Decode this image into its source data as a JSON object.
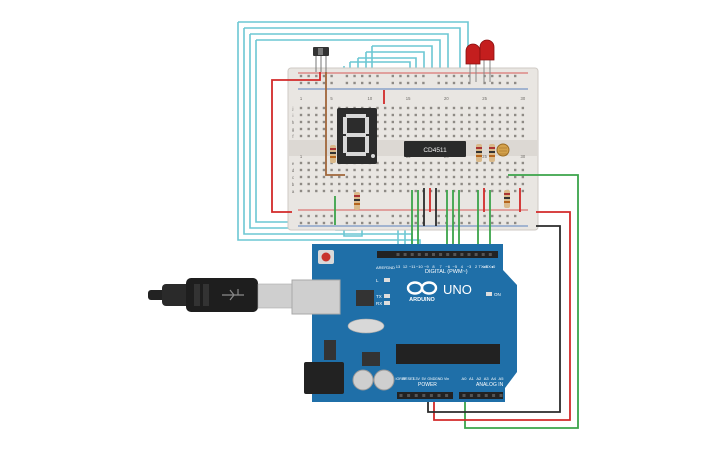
{
  "chip": {
    "label": "CD4511"
  },
  "arduino": {
    "uno_label": "UNO",
    "brand_label": "ARDUINO",
    "digital_label": "DIGITAL (PWM~)",
    "analog_label": "ANALOG IN",
    "power_label": "POWER",
    "on_label": "ON",
    "l_label": "L",
    "tx_label": "TX",
    "rx_label": "RX",
    "aref_label": "AREF",
    "gnd_label": "GND",
    "digital_pins": [
      "13",
      "12",
      "~11",
      "~10",
      "~9",
      "8",
      "7",
      "~6",
      "~5",
      "4",
      "~3",
      "2",
      "TX▸1",
      "RX◂0"
    ],
    "power_pins": [
      "IOREF",
      "RESET",
      "3.3V",
      "5V",
      "GND",
      "GND",
      "Vin"
    ],
    "analog_pins": [
      "A0",
      "A1",
      "A2",
      "A3",
      "A4",
      "A5"
    ]
  },
  "breadboard": {
    "column_numbers": [
      "1",
      "5",
      "10",
      "15",
      "20",
      "25",
      "30"
    ],
    "row_letters_top": [
      "j",
      "i",
      "h",
      "g",
      "f"
    ],
    "row_letters_bottom": [
      "e",
      "d",
      "c",
      "b",
      "a"
    ]
  },
  "display": {
    "digit": "8"
  },
  "colors": {
    "board": "#1f6fa8",
    "breadboard": "#e9e6e2",
    "wire_blue": "#6cc7d3",
    "wire_green": "#3ba44a",
    "wire_red": "#d22a2a",
    "wire_black": "#2b2b2b",
    "wire_brown": "#a0663a",
    "led_red": "#c41e1e"
  }
}
